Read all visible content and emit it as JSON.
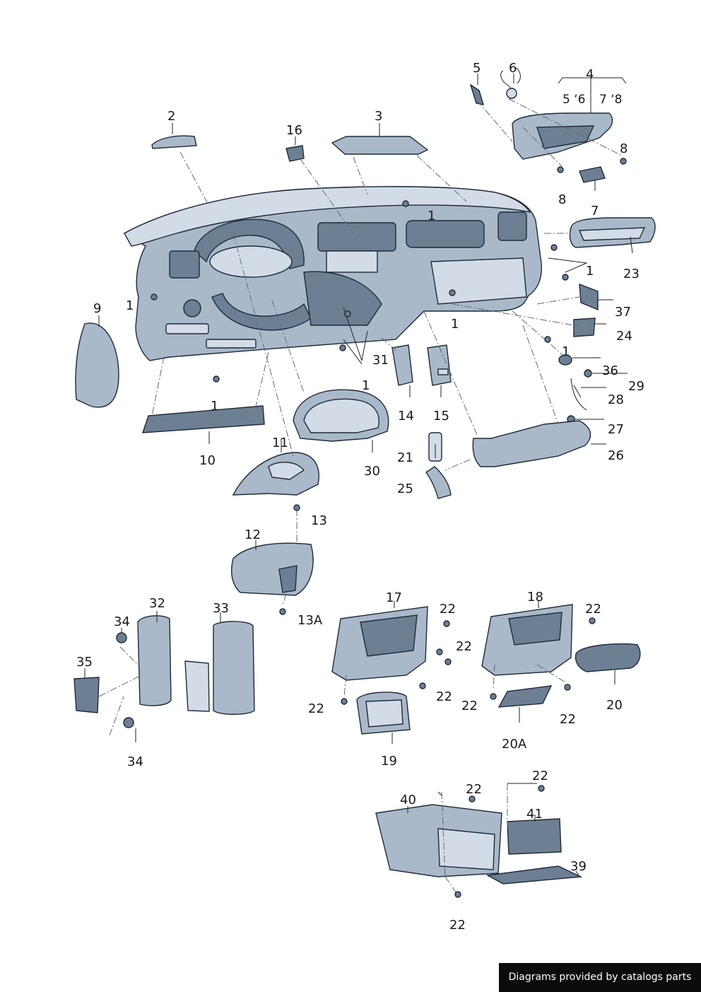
{
  "footer": {
    "label": "Diagrams provided by catalogs parts"
  },
  "callouts": {
    "c1": "1",
    "c2": "2",
    "c3": "3",
    "c4": "4",
    "c5": "5",
    "c6": "6",
    "c7": "7",
    "c8": "8",
    "c9": "9",
    "c10": "10",
    "c11": "11",
    "c12": "12",
    "c13": "13",
    "c13a": "13A",
    "c14": "14",
    "c15": "15",
    "c16": "16",
    "c17": "17",
    "c18": "18",
    "c19": "19",
    "c20": "20",
    "c20a": "20A",
    "c21": "21",
    "c22": "22",
    "c23": "23",
    "c24": "24",
    "c25": "25",
    "c26": "26",
    "c27": "27",
    "c28": "28",
    "c29": "29",
    "c30": "30",
    "c31": "31",
    "c32": "32",
    "c33": "33",
    "c34": "34",
    "c35": "35",
    "c36": "36",
    "c37": "37",
    "c39": "39",
    "c40": "40",
    "c41": "41",
    "c4_sub_a": "5 ʻ6",
    "c4_sub_b": "7 ʻ8"
  },
  "colors": {
    "part_fill": "#aab9c9",
    "part_dark": "#6d7f93",
    "outline": "#1d2a3a",
    "footer_bg": "#0c0c0c"
  }
}
